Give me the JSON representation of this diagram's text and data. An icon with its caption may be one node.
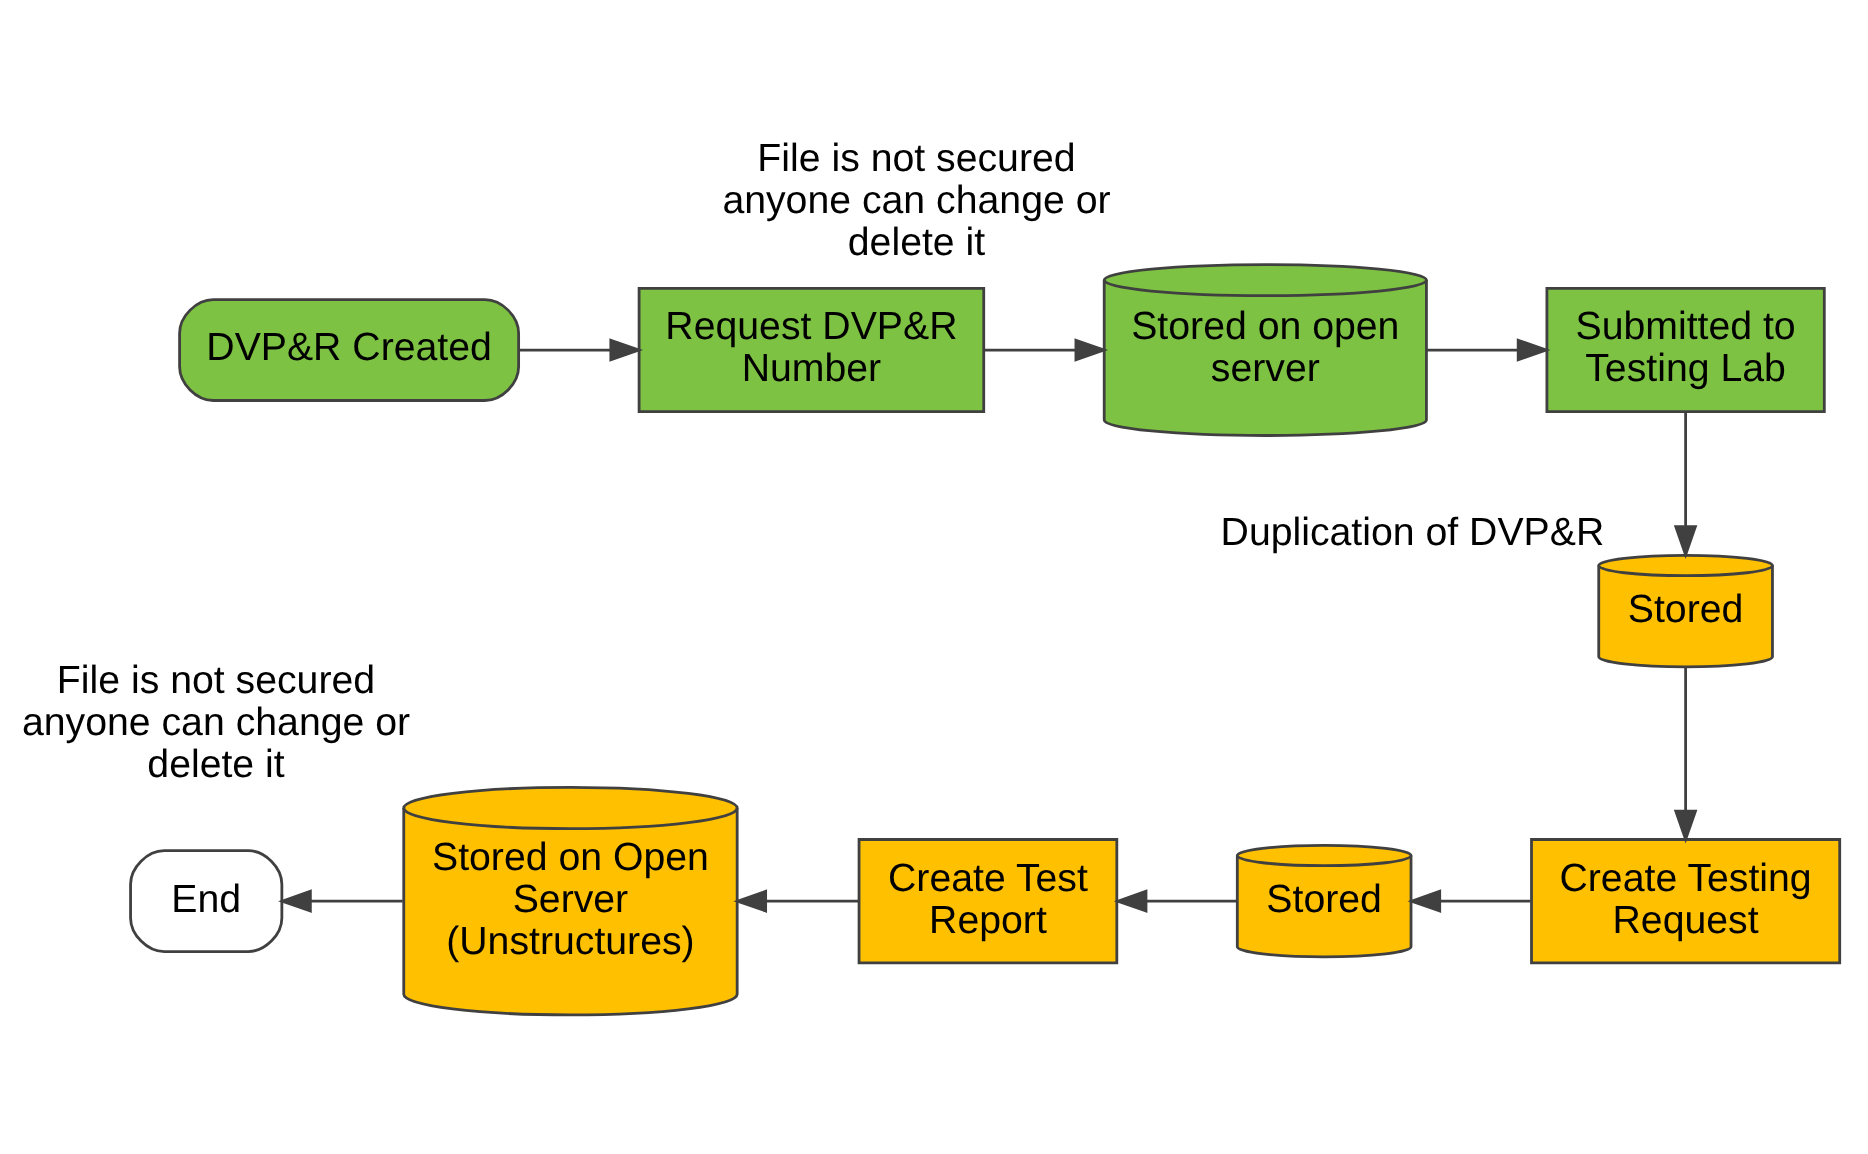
{
  "diagram": {
    "nodes": [
      {
        "text": [
          "DVP&R Created"
        ]
      },
      {
        "text": [
          "Request DVP&R Number"
        ]
      },
      {
        "text": [
          "Stored on open server"
        ],
        "beside": [
          "File is not secured anyone can change or delete it"
        ]
      },
      {
        "text": [
          "Submitted to Testing Lab"
        ]
      },
      {
        "text": [
          "Stored"
        ],
        "beside": [
          "Duplication of DVP&R"
        ]
      },
      {
        "text": [
          "Create Testing Request"
        ]
      },
      {
        "text": [
          "Stored"
        ]
      },
      {
        "text": [
          "Create Test Report"
        ]
      },
      {
        "text": [
          "Stored on Open Server (Unstructures)"
        ],
        "beside": [
          "File is not secured anyone can change or delete it"
        ]
      },
      {
        "text": [
          "End"
        ]
      }
    ],
    "edges": [
      {
        "from": 0,
        "to": 1,
        "arrow": "to"
      },
      {
        "from": 1,
        "to": 2,
        "arrow": "to"
      },
      {
        "from": 2,
        "to": 3,
        "arrow": "to"
      },
      {
        "from": 3,
        "to": 4,
        "arrow": "to"
      },
      {
        "from": 4,
        "to": 5,
        "arrow": "to"
      },
      {
        "from": 5,
        "to": 6,
        "arrow": "to"
      },
      {
        "from": 6,
        "to": 7,
        "arrow": "to"
      },
      {
        "from": 7,
        "to": 8,
        "arrow": "to"
      },
      {
        "from": 8,
        "to": 9,
        "arrow": "to"
      }
    ]
  }
}
